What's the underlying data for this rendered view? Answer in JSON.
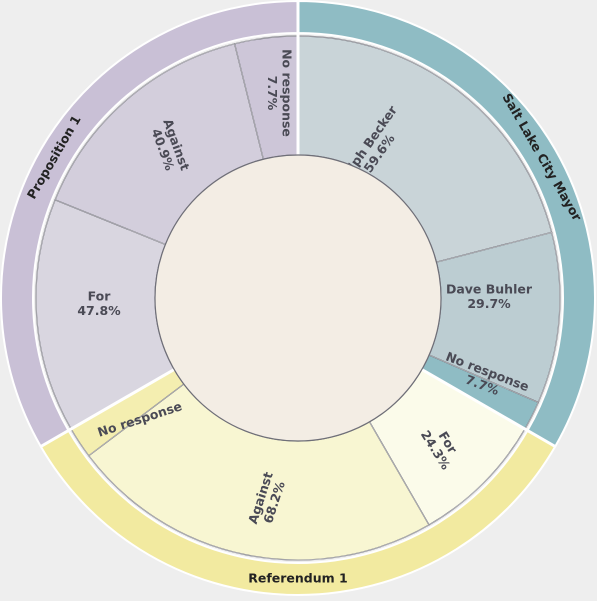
{
  "chart_data": {
    "type": "pie",
    "groups": [
      {
        "name": "Salt Lake City Mayor",
        "color": "#8fbcc4",
        "slices": [
          {
            "label": "Ralph Becker",
            "value": 59.6,
            "pct": "59.6%",
            "color": "#c9d4d8"
          },
          {
            "label": "Dave Buhler",
            "value": 29.7,
            "pct": "29.7%",
            "color": "#bccdd2"
          },
          {
            "label": "No response",
            "value": 7.7,
            "pct": "7.7%",
            "color": "#8fbcc4"
          }
        ]
      },
      {
        "name": "Referendum 1",
        "color": "#f2eaa0",
        "slices": [
          {
            "label": "For",
            "value": 24.3,
            "pct": "24.3%",
            "color": "#fbfbea"
          },
          {
            "label": "Against",
            "value": 68.2,
            "pct": "68.2%",
            "color": "#f8f6d2"
          },
          {
            "label": "No response",
            "value": 7.5,
            "pct": "",
            "color": "#f4eeb0"
          }
        ]
      },
      {
        "name": "Proposition 1",
        "color": "#c9c0d6",
        "slices": [
          {
            "label": "For",
            "value": 47.8,
            "pct": "47.8%",
            "color": "#d9d6e0"
          },
          {
            "label": "Against",
            "value": 40.9,
            "pct": "40.9%",
            "color": "#d3cedc"
          },
          {
            "label": "No response",
            "value": 7.7,
            "pct": "7.7%",
            "color": "#cdc6d8"
          }
        ]
      }
    ],
    "center_color": "#f3ede4",
    "background": "#eeeeee"
  }
}
